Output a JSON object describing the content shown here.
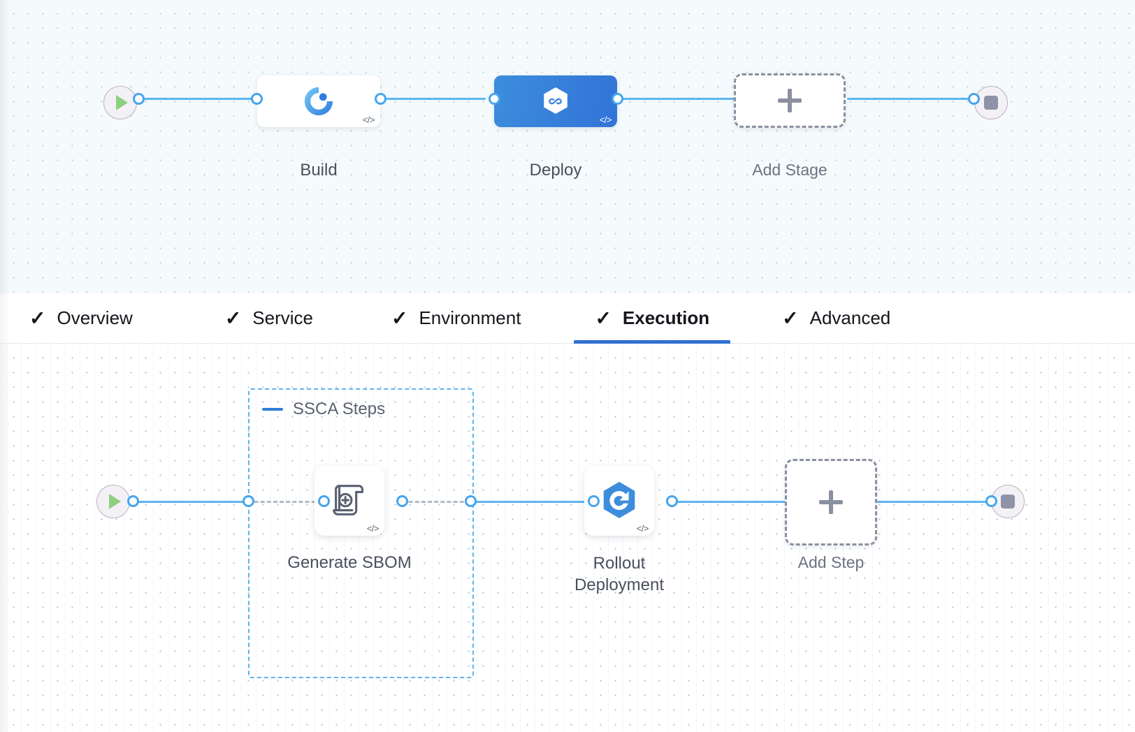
{
  "colors": {
    "accent_blue": "#2f6fd0",
    "connector_blue": "#5db4f0",
    "selected_stage_gradient_from": "#3c8ddd",
    "selected_stage_gradient_to": "#3273d8",
    "group_border": "#5db4f0",
    "dashed_node_border": "#8b90a0",
    "start_play_green": "#8ed081",
    "stop_square_gray": "#8f93a8",
    "canvas_top_bg": "#f5fafc",
    "canvas_bottom_bg": "#ffffff"
  },
  "stage_canvas": {
    "name": "stage-pipeline-graph",
    "start_node": {
      "icon": "play-icon"
    },
    "end_node": {
      "icon": "stop-icon"
    },
    "stages": [
      {
        "label": "Build",
        "icon": "build-ci-icon",
        "badge": "</>",
        "selected": false
      },
      {
        "label": "Deploy",
        "icon": "cd-hexagon-infinity-icon",
        "badge": "</>",
        "selected": true
      }
    ],
    "add_stage": {
      "label": "Add Stage",
      "icon": "plus-icon"
    }
  },
  "tabs": [
    {
      "label": "Overview",
      "icon": "check-icon",
      "active": false
    },
    {
      "label": "Service",
      "icon": "check-icon",
      "active": false
    },
    {
      "label": "Environment",
      "icon": "check-icon",
      "active": false
    },
    {
      "label": "Execution",
      "icon": "check-icon",
      "active": true
    },
    {
      "label": "Advanced",
      "icon": "check-icon",
      "active": false
    }
  ],
  "step_canvas": {
    "name": "execution-steps-graph",
    "start_node": {
      "icon": "play-icon"
    },
    "end_node": {
      "icon": "stop-icon"
    },
    "group": {
      "title": "SSCA Steps",
      "collapse_icon": "collapse-dash-icon"
    },
    "steps": [
      {
        "label": "Generate SBOM",
        "icon": "sbom-scroll-plus-icon",
        "badge": "</>",
        "in_group": true
      },
      {
        "label": "Rollout Deployment",
        "icon": "rollout-hexagon-refresh-icon",
        "badge": "</>",
        "in_group": false
      }
    ],
    "add_step": {
      "label": "Add Step",
      "icon": "plus-icon"
    }
  }
}
